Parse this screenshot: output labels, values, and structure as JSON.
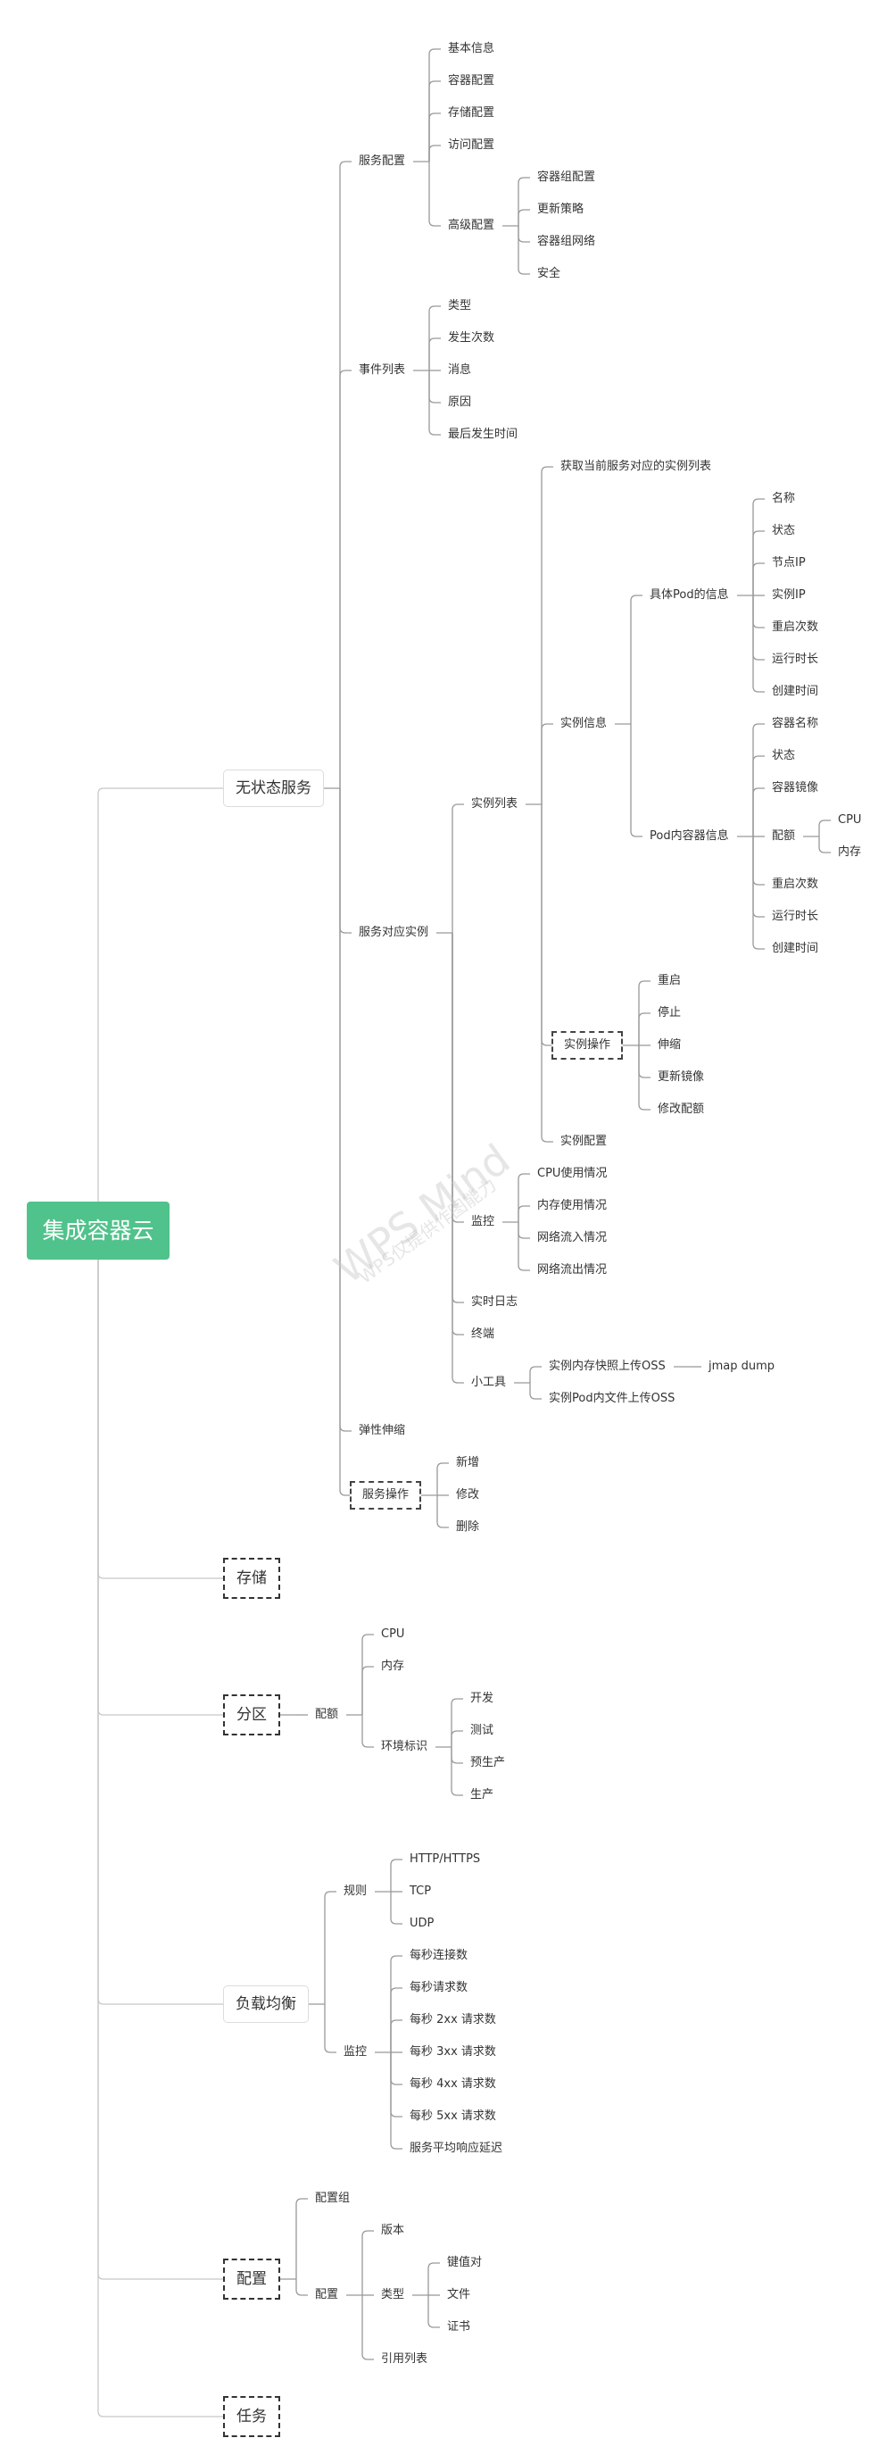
{
  "watermark": {
    "title": "WPS Mind",
    "subtitle": "WPS仅提供作图能力"
  },
  "root": {
    "label": "集成容器云",
    "color": "#50c28b"
  },
  "branches": [
    {
      "label": "无状态服务",
      "frame": "solid",
      "children": [
        {
          "label": "服务配置",
          "children": [
            {
              "label": "基本信息"
            },
            {
              "label": "容器配置"
            },
            {
              "label": "存储配置"
            },
            {
              "label": "访问配置"
            },
            {
              "label": "高级配置",
              "children": [
                {
                  "label": "容器组配置"
                },
                {
                  "label": "更新策略"
                },
                {
                  "label": "容器组网络"
                },
                {
                  "label": "安全"
                }
              ]
            }
          ]
        },
        {
          "label": "事件列表",
          "children": [
            {
              "label": "类型"
            },
            {
              "label": "发生次数"
            },
            {
              "label": "消息"
            },
            {
              "label": "原因"
            },
            {
              "label": "最后发生时间"
            }
          ]
        },
        {
          "label": "服务对应实例",
          "children": [
            {
              "label": "实例列表",
              "children": [
                {
                  "label": "获取当前服务对应的实例列表"
                },
                {
                  "label": "实例信息",
                  "children": [
                    {
                      "label": "具体Pod的信息",
                      "children": [
                        {
                          "label": "名称"
                        },
                        {
                          "label": "状态"
                        },
                        {
                          "label": "节点IP"
                        },
                        {
                          "label": "实例IP"
                        },
                        {
                          "label": "重启次数"
                        },
                        {
                          "label": "运行时长"
                        },
                        {
                          "label": "创建时间"
                        }
                      ]
                    },
                    {
                      "label": "Pod内容器信息",
                      "children": [
                        {
                          "label": "容器名称"
                        },
                        {
                          "label": "状态"
                        },
                        {
                          "label": "容器镜像"
                        },
                        {
                          "label": "配额",
                          "children": [
                            {
                              "label": "CPU"
                            },
                            {
                              "label": "内存"
                            }
                          ]
                        },
                        {
                          "label": "重启次数"
                        },
                        {
                          "label": "运行时长"
                        },
                        {
                          "label": "创建时间"
                        }
                      ]
                    }
                  ]
                },
                {
                  "label": "实例操作",
                  "frame": "dashed",
                  "children": [
                    {
                      "label": "重启"
                    },
                    {
                      "label": "停止"
                    },
                    {
                      "label": "伸缩"
                    },
                    {
                      "label": "更新镜像"
                    },
                    {
                      "label": "修改配额"
                    }
                  ]
                },
                {
                  "label": "实例配置"
                }
              ]
            },
            {
              "label": "监控",
              "children": [
                {
                  "label": "CPU使用情况"
                },
                {
                  "label": "内存使用情况"
                },
                {
                  "label": "网络流入情况"
                },
                {
                  "label": "网络流出情况"
                }
              ]
            },
            {
              "label": "实时日志"
            },
            {
              "label": "终端"
            },
            {
              "label": "小工具",
              "children": [
                {
                  "label": "实例内存快照上传OSS",
                  "children": [
                    {
                      "label": "jmap dump"
                    }
                  ]
                },
                {
                  "label": "实例Pod内文件上传OSS"
                }
              ]
            }
          ]
        },
        {
          "label": "弹性伸缩"
        },
        {
          "label": "服务操作",
          "frame": "dashed",
          "children": [
            {
              "label": "新增"
            },
            {
              "label": "修改"
            },
            {
              "label": "删除"
            }
          ]
        }
      ]
    },
    {
      "label": "存储",
      "frame": "dashed",
      "children": []
    },
    {
      "label": "分区",
      "frame": "dashed",
      "children": [
        {
          "label": "配额",
          "children": [
            {
              "label": "CPU"
            },
            {
              "label": "内存"
            },
            {
              "label": "环境标识",
              "children": [
                {
                  "label": "开发"
                },
                {
                  "label": "测试"
                },
                {
                  "label": "预生产"
                },
                {
                  "label": "生产"
                }
              ]
            }
          ]
        }
      ]
    },
    {
      "label": "负载均衡",
      "frame": "solid",
      "children": [
        {
          "label": "规则",
          "children": [
            {
              "label": "HTTP/HTTPS"
            },
            {
              "label": "TCP"
            },
            {
              "label": "UDP"
            }
          ]
        },
        {
          "label": "监控",
          "children": [
            {
              "label": "每秒连接数"
            },
            {
              "label": "每秒请求数"
            },
            {
              "label": "每秒 2xx 请求数"
            },
            {
              "label": "每秒 3xx 请求数"
            },
            {
              "label": "每秒 4xx 请求数"
            },
            {
              "label": "每秒 5xx 请求数"
            },
            {
              "label": "服务平均响应延迟"
            }
          ]
        }
      ]
    },
    {
      "label": "配置",
      "frame": "dashed",
      "children": [
        {
          "label": "配置组"
        },
        {
          "label": "配置",
          "children": [
            {
              "label": "版本"
            },
            {
              "label": "类型",
              "children": [
                {
                  "label": "键值对"
                },
                {
                  "label": "文件"
                },
                {
                  "label": "证书"
                }
              ]
            },
            {
              "label": "引用列表"
            }
          ]
        }
      ]
    },
    {
      "label": "任务",
      "frame": "dashed",
      "children": []
    }
  ]
}
